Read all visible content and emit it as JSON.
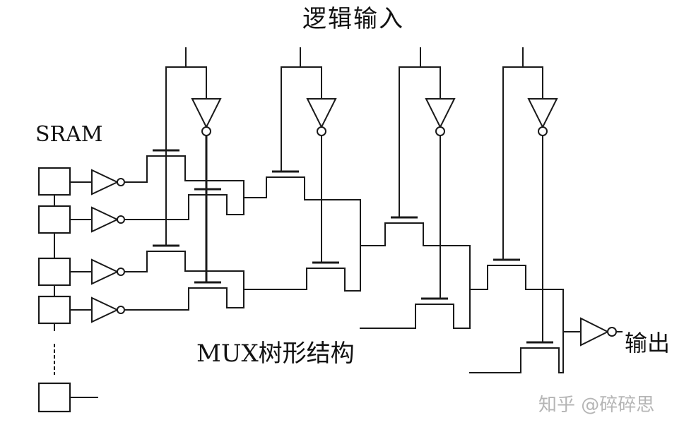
{
  "labels": {
    "logic_inputs": "逻辑输入",
    "sram": "SRAM",
    "mux_tree": "MUX树形结构",
    "output": "输出"
  },
  "watermark": "知乎 @碎碎思"
}
